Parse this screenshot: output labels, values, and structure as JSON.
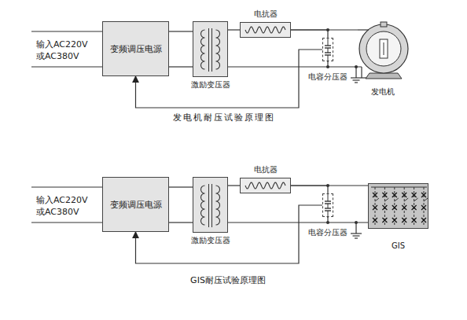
{
  "diagram": {
    "nodes": [
      {
        "text": [
          "变频调压电源"
        ]
      },
      {
        "text": [
          "激励变压器"
        ]
      },
      {
        "text": [
          "电抗器"
        ]
      },
      {
        "text": [
          "电容分压器"
        ]
      },
      {
        "text": [
          "发电机"
        ]
      },
      {
        "text": [
          "变频调压电源"
        ]
      },
      {
        "text": [
          "激励变压器"
        ]
      },
      {
        "text": [
          "电抗器"
        ]
      },
      {
        "text": [
          "电容分压器"
        ]
      },
      {
        "text": [
          "GIS"
        ]
      }
    ],
    "edges": [
      {
        "from": 0,
        "to": 1,
        "arrow": "none"
      },
      {
        "from": 1,
        "to": 2,
        "arrow": "none"
      },
      {
        "from": 2,
        "to": 3,
        "arrow": "none"
      },
      {
        "from": 2,
        "to": 4,
        "arrow": "none"
      },
      {
        "from": 3,
        "to": 0,
        "arrow": "to"
      },
      {
        "from": 5,
        "to": 6,
        "arrow": "none"
      },
      {
        "from": 6,
        "to": 7,
        "arrow": "none"
      },
      {
        "from": 7,
        "to": 8,
        "arrow": "none"
      },
      {
        "from": 7,
        "to": 9,
        "arrow": "none"
      },
      {
        "from": 8,
        "to": 5,
        "arrow": "to"
      }
    ],
    "labels": [
      "输入AC220V 或AC380V",
      "发电机耐压试验原理图",
      "输入AC220V 或AC380V",
      "GIS耐压试验原理图"
    ]
  }
}
